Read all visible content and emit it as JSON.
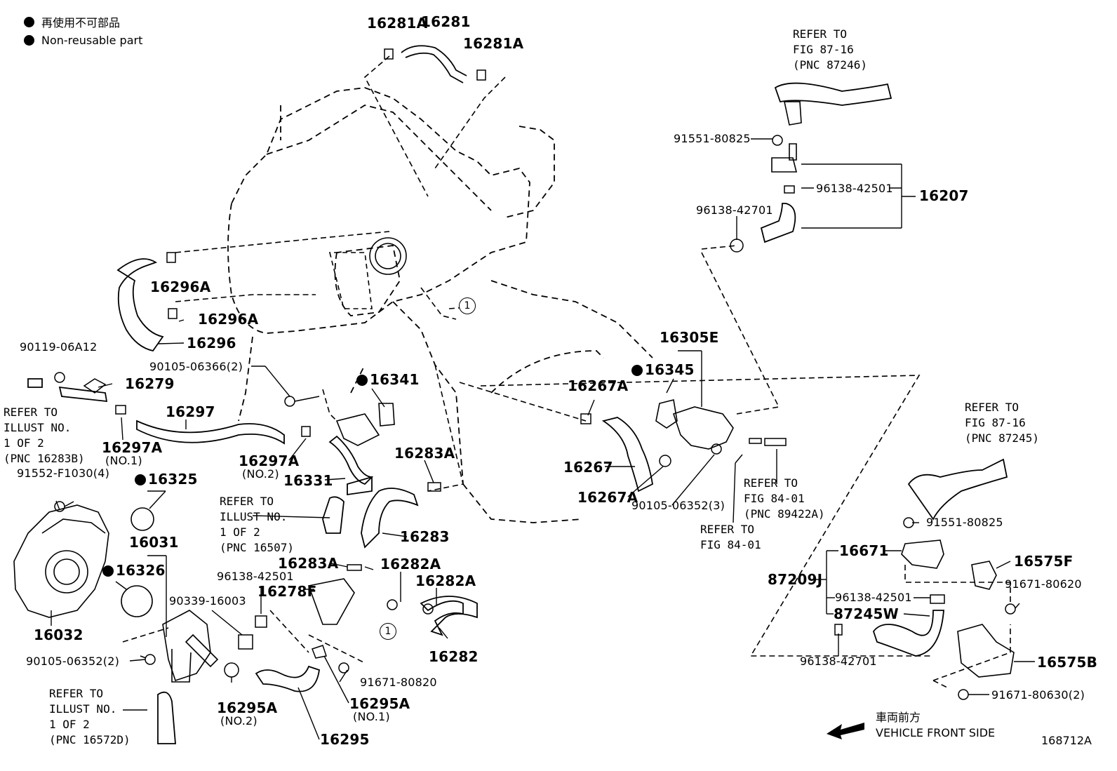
{
  "legend": {
    "jp": "再使用不可部品",
    "en": "Non-reusable part"
  },
  "labels": {
    "p16281A_1": "16281A",
    "p16281": "16281",
    "p16281A_2": "16281A",
    "p16296A_1": "16296A",
    "p16296A_2": "16296A",
    "p16296": "16296",
    "p90119": "90119-06A12",
    "p16279": "16279",
    "p90105_06366": "90105-06366(2)",
    "p16341": "16341",
    "p16297": "16297",
    "p16297A_1": "16297A",
    "p16297A_1_sub": "(NO.1)",
    "p16297A_2": "16297A",
    "p16297A_2_sub": "(NO.2)",
    "p16331": "16331",
    "p91552": "91552-F1030(4)",
    "p16325": "16325",
    "p16031": "16031",
    "p16326": "16326",
    "p16032": "16032",
    "p90105_06352_2": "90105-06352(2)",
    "p90339": "90339-16003",
    "p96138_42501_a": "96138-42501",
    "p16278F": "16278F",
    "p16283A_1": "16283A",
    "p16283": "16283",
    "p16283A_2": "16283A",
    "p16282A_1": "16282A",
    "p16282A_2": "16282A",
    "p16282": "16282",
    "p91671_80820": "91671-80820",
    "p16295A_1": "16295A",
    "p16295A_1_sub": "(NO.1)",
    "p16295A_2": "16295A",
    "p16295A_2_sub": "(NO.2)",
    "p16295": "16295",
    "p16267A_1": "16267A",
    "p16267": "16267",
    "p16267A_2": "16267A",
    "p16305E": "16305E",
    "p16345": "16345",
    "p90105_06352_3": "90105-06352(3)",
    "p91551_80825_a": "91551-80825",
    "p96138_42501_b": "96138-42501",
    "p96138_42701_a": "96138-42701",
    "p16207": "16207",
    "p91551_80825_b": "91551-80825",
    "p16671": "16671",
    "p16575F": "16575F",
    "p87209J": "87209J",
    "p96138_42501_c": "96138-42501",
    "p91671_80620": "91671-80620",
    "p87245W": "87245W",
    "p96138_42701_b": "96138-42701",
    "p16575B": "16575B",
    "p91671_80630": "91671-80630(2)"
  },
  "refs": {
    "r1": [
      "REFER TO",
      "ILLUST NO.",
      "1 OF 2",
      "(PNC 16283B)"
    ],
    "r2": [
      "REFER TO",
      "ILLUST NO.",
      "1 OF 2",
      "(PNC 16507)"
    ],
    "r3": [
      "REFER TO",
      "ILLUST NO.",
      "1 OF 2",
      "(PNC 16572D)"
    ],
    "r4": [
      "REFER TO",
      "FIG 87-16",
      "(PNC 87246)"
    ],
    "r5": [
      "REFER TO",
      "FIG 84-01",
      "(PNC 89422A)"
    ],
    "r6": [
      "REFER TO",
      "FIG 84-01"
    ],
    "r7": [
      "REFER TO",
      "FIG 87-16",
      "(PNC 87245)"
    ]
  },
  "circle_marker": "1",
  "front": {
    "jp": "車両前方",
    "en": "VEHICLE FRONT SIDE"
  },
  "figure_id": "168712A"
}
